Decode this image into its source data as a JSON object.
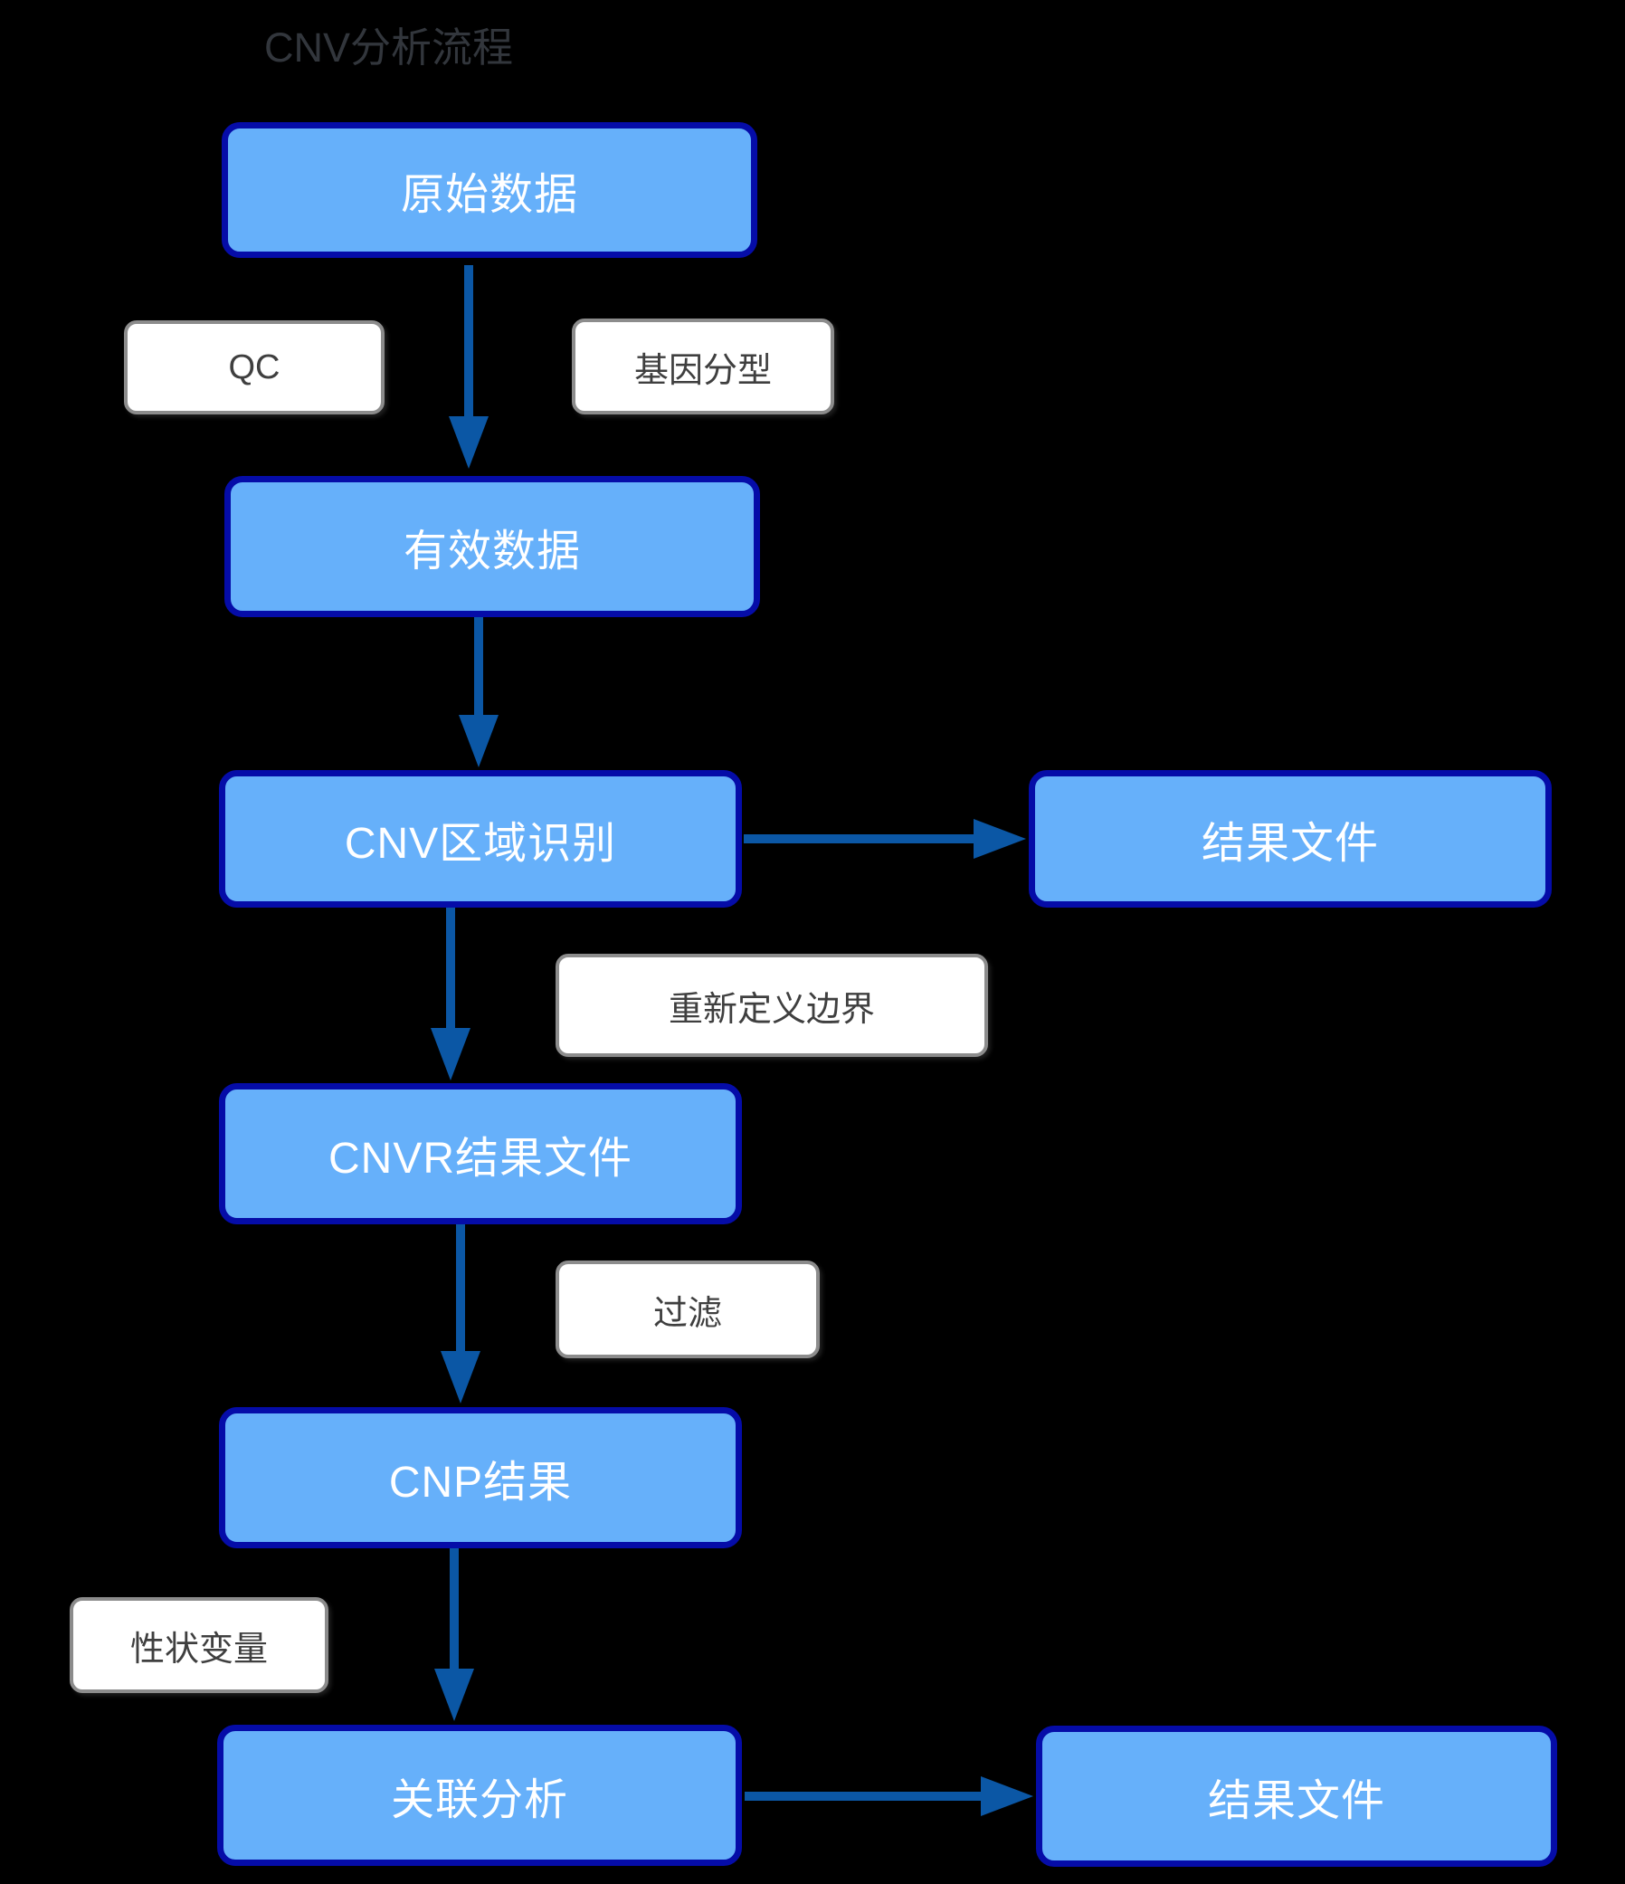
{
  "diagram": {
    "title": "CNV分析流程",
    "colors": {
      "background": "#000000",
      "node_fill": "#66B0FA",
      "node_border": "#050CA8",
      "node_text": "#FFFFFF",
      "label_fill": "#FFFFFF",
      "label_border": "#8C8C8C",
      "label_text": "#3F3F3F",
      "arrow": "#0B57A5",
      "title_text": "#32363C"
    },
    "nodes": [
      {
        "id": "raw-data",
        "label": "原始数据"
      },
      {
        "id": "valid-data",
        "label": "有效数据"
      },
      {
        "id": "cnv-region-identification",
        "label": "CNV区域识别"
      },
      {
        "id": "result-file-top",
        "label": "结果文件"
      },
      {
        "id": "cnvr-result-file",
        "label": "CNVR结果文件"
      },
      {
        "id": "cnp-result",
        "label": "CNP结果"
      },
      {
        "id": "association-analysis",
        "label": "关联分析"
      },
      {
        "id": "result-file-bottom",
        "label": "结果文件"
      }
    ],
    "edge_labels": [
      {
        "id": "qc",
        "label": "QC"
      },
      {
        "id": "genotyping",
        "label": "基因分型"
      },
      {
        "id": "redefine-boundary",
        "label": "重新定义边界"
      },
      {
        "id": "filter",
        "label": "过滤"
      },
      {
        "id": "trait-variable",
        "label": "性状变量"
      }
    ]
  }
}
